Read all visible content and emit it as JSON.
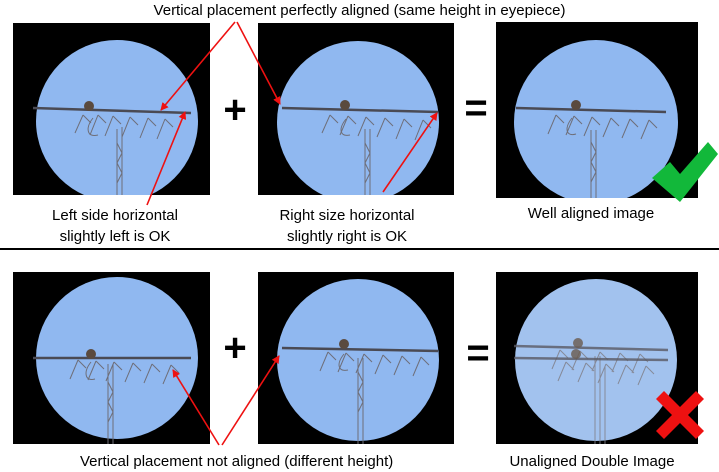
{
  "top": {
    "title": "Vertical placement perfectly aligned (same height in eyepiece)",
    "left_caption_line1": "Left side horizontal",
    "left_caption_line2": "slightly left is OK",
    "right_caption_line1": "Right size horizontal",
    "right_caption_line2": "slightly right is OK",
    "result_caption": "Well aligned image",
    "plus": "+",
    "equals": "=",
    "result_status": "check-mark-icon"
  },
  "bottom": {
    "bottom_caption": "Vertical placement not aligned (different height)",
    "result_caption": "Unaligned Double Image",
    "plus": "+",
    "equals": "=",
    "result_status": "red-x-icon"
  },
  "colors": {
    "sky": "#90b8f0",
    "panel_bg": "#000000",
    "arrow": "#ee1111",
    "check": "#12b83a",
    "cross": "#ee1111"
  }
}
